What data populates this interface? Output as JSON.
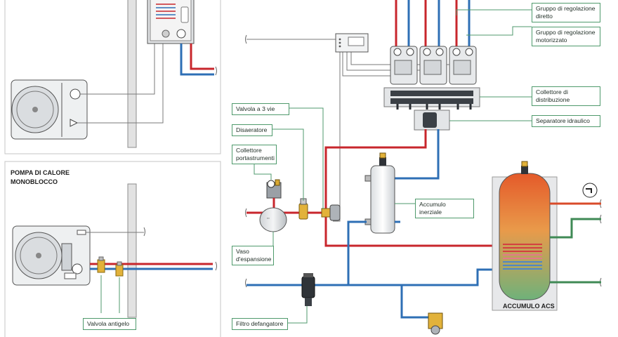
{
  "labels": {
    "gruppo_diretto": "Gruppo di regolazione\ndiretto",
    "gruppo_motorizzato": "Gruppo di regolazione\nmotorizzato",
    "collettore_distribuzione": "Collettore di\ndistribuzione",
    "separatore_idraulico": "Separatore idraulico",
    "valvola_3_vie": "Valvola a 3 vie",
    "disaeratore": "Disaeratore",
    "collettore_portastrumenti": "Collettore\nportastrumenti",
    "accumulo_inerziale": "Accumulo inerziale",
    "vaso_espansione": "Vaso\nd'espansione",
    "filtro_defangatore": "Filtro defangatore",
    "valvola_antigelo": "Valvola antigelo"
  },
  "section_titles": {
    "pompa_calore_monoblocco": "POMPA DI CALORE\nMONOBLOCCO",
    "accumulo_acs": "ACCUMULO ACS"
  },
  "colors": {
    "hot_pipe": "#c8262c",
    "cold_pipe": "#2e6fb5",
    "green_pipe": "#3f8a55",
    "label_border": "#4f9a6c",
    "wire": "#7a7a7a"
  }
}
